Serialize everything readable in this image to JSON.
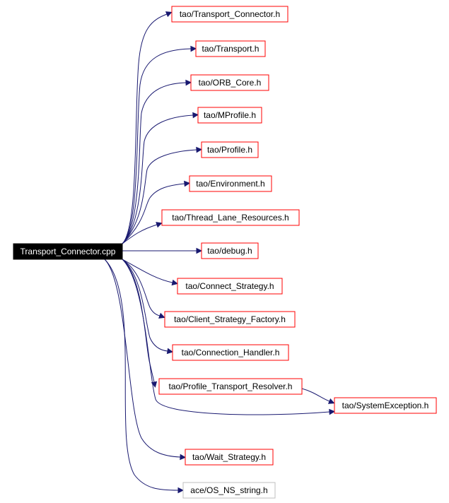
{
  "diagram": {
    "root": {
      "id": "root",
      "label": "Transport_Connector.cpp"
    },
    "nodes": [
      {
        "id": "n1",
        "label": "tao/Transport_Connector.h",
        "style": "documented"
      },
      {
        "id": "n2",
        "label": "tao/Transport.h",
        "style": "documented"
      },
      {
        "id": "n3",
        "label": "tao/ORB_Core.h",
        "style": "documented"
      },
      {
        "id": "n4",
        "label": "tao/MProfile.h",
        "style": "documented"
      },
      {
        "id": "n5",
        "label": "tao/Profile.h",
        "style": "documented"
      },
      {
        "id": "n6",
        "label": "tao/Environment.h",
        "style": "documented"
      },
      {
        "id": "n7",
        "label": "tao/Thread_Lane_Resources.h",
        "style": "documented"
      },
      {
        "id": "n8",
        "label": "tao/debug.h",
        "style": "documented"
      },
      {
        "id": "n9",
        "label": "tao/Connect_Strategy.h",
        "style": "documented"
      },
      {
        "id": "n10",
        "label": "tao/Client_Strategy_Factory.h",
        "style": "documented"
      },
      {
        "id": "n11",
        "label": "tao/Connection_Handler.h",
        "style": "documented"
      },
      {
        "id": "n12",
        "label": "tao/Profile_Transport_Resolver.h",
        "style": "documented"
      },
      {
        "id": "n13",
        "label": "tao/SystemException.h",
        "style": "documented"
      },
      {
        "id": "n14",
        "label": "tao/Wait_Strategy.h",
        "style": "documented"
      },
      {
        "id": "n15",
        "label": "ace/OS_NS_string.h",
        "style": "undocumented"
      }
    ],
    "edges": [
      {
        "from": "root",
        "to": "n1"
      },
      {
        "from": "root",
        "to": "n2"
      },
      {
        "from": "root",
        "to": "n3"
      },
      {
        "from": "root",
        "to": "n4"
      },
      {
        "from": "root",
        "to": "n5"
      },
      {
        "from": "root",
        "to": "n6"
      },
      {
        "from": "root",
        "to": "n7"
      },
      {
        "from": "root",
        "to": "n8"
      },
      {
        "from": "root",
        "to": "n9"
      },
      {
        "from": "root",
        "to": "n10"
      },
      {
        "from": "root",
        "to": "n11"
      },
      {
        "from": "root",
        "to": "n12"
      },
      {
        "from": "root",
        "to": "n13"
      },
      {
        "from": "root",
        "to": "n14"
      },
      {
        "from": "root",
        "to": "n15"
      },
      {
        "from": "n12",
        "to": "n13"
      }
    ],
    "colors": {
      "root_fill": "#000000",
      "root_text": "#ffffff",
      "node_border": "#ff0000",
      "undocumented_border": "#bfbfbf",
      "node_text": "#000000",
      "edge": "#191970"
    }
  }
}
